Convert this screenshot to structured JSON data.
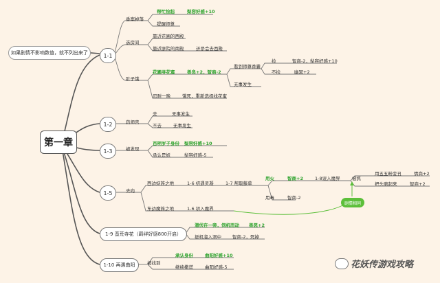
{
  "root": "第一章",
  "note": "如果剧情不影响数值，就不列出来了",
  "watermark": "花妖传游戏攻略",
  "sections": {
    "s1": {
      "id": "1-1",
      "hall": "香案掉落",
      "hall_a": "帮忙捡起",
      "hall_a_effect": "梨容好感+10",
      "hall_b": "提醒师尊",
      "choose": "选房间",
      "room_a": "靠近花圃的西殿",
      "room_b": "靠近庭院的南殿",
      "room_b_note": "还是会去西殿",
      "hungry": "肚子饿",
      "steal": "花圃寻花蜜",
      "steal_effect": "善良+2，智商-2",
      "see": "看到师尊香囊",
      "pick": "捡",
      "pick_effect": "智商-2，梨容好感+10",
      "no_pick": "不捡",
      "no_pick_effect": "幽冥+2",
      "nothing": "无事发生",
      "endure": "忍耐一晚",
      "endure_note": "饿死，重新选择找花蜜"
    },
    "s2": {
      "id": "1-2",
      "label": "药师宫",
      "go": "去",
      "go_note": "无事发生",
      "no_go": "不去",
      "no_go_note": "无事发生"
    },
    "s3": {
      "id": "1-3",
      "label": "被发现",
      "a": "百明岁子身份",
      "a_effect": "梨容好感+10",
      "b": "承认是妖",
      "b_effect": "梨容好感-5"
    },
    "s5": {
      "id": "1-5",
      "label": "去向",
      "west": "西边妖族之地",
      "west_step": "1-6 初遇灵凝",
      "west_next": "1-7 帮取藤草",
      "use_fire": "用火",
      "use_fire_effect": "智商+2",
      "enter": "1-8误入魔界",
      "rope": "被抓",
      "rope_a": "用五五粉变丑",
      "rope_a_effect": "情商+2",
      "rope_b": "把头磨起来",
      "rope_b_effect": "智商+2",
      "use_poison": "用毒",
      "use_poison_effect": "智商-2",
      "east": "东边魔族之地",
      "east_step": "1-6 初入魔界",
      "badge": "剧情相同"
    },
    "s9": {
      "id": "1-9 蛮荒寺花（羁绊好感800开启）",
      "a": "潜伏在一旁，伺机而动",
      "a_effect": "善恶+2",
      "b": "挺机溜入洞中",
      "b_effect": "智商-2，死掉"
    },
    "s10": {
      "id": "1-10 再遇曲阳",
      "label": "被找到",
      "a": "承认身份",
      "a_effect": "曲阳好感+10",
      "b": "继续撒谎",
      "b_effect": "曲阳好感-5"
    }
  }
}
